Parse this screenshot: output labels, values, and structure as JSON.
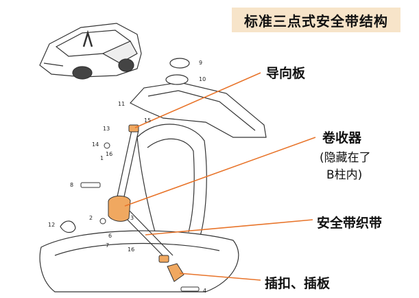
{
  "title": "标准三点式安全带结构",
  "labels": {
    "guide_plate": "导向板",
    "retractor": "卷收器",
    "retractor_note_1": "(隐藏在了",
    "retractor_note_2": "B柱内)",
    "webbing": "安全带织带",
    "buckle": "插扣、插板"
  },
  "part_numbers": [
    "9",
    "10",
    "11",
    "13",
    "14",
    "15",
    "16",
    "1",
    "2",
    "3",
    "6",
    "7",
    "8",
    "12",
    "16",
    "4"
  ],
  "colors": {
    "accent": "#f0a860",
    "line": "#e8742a",
    "title_bg": "#f7e4c9"
  }
}
